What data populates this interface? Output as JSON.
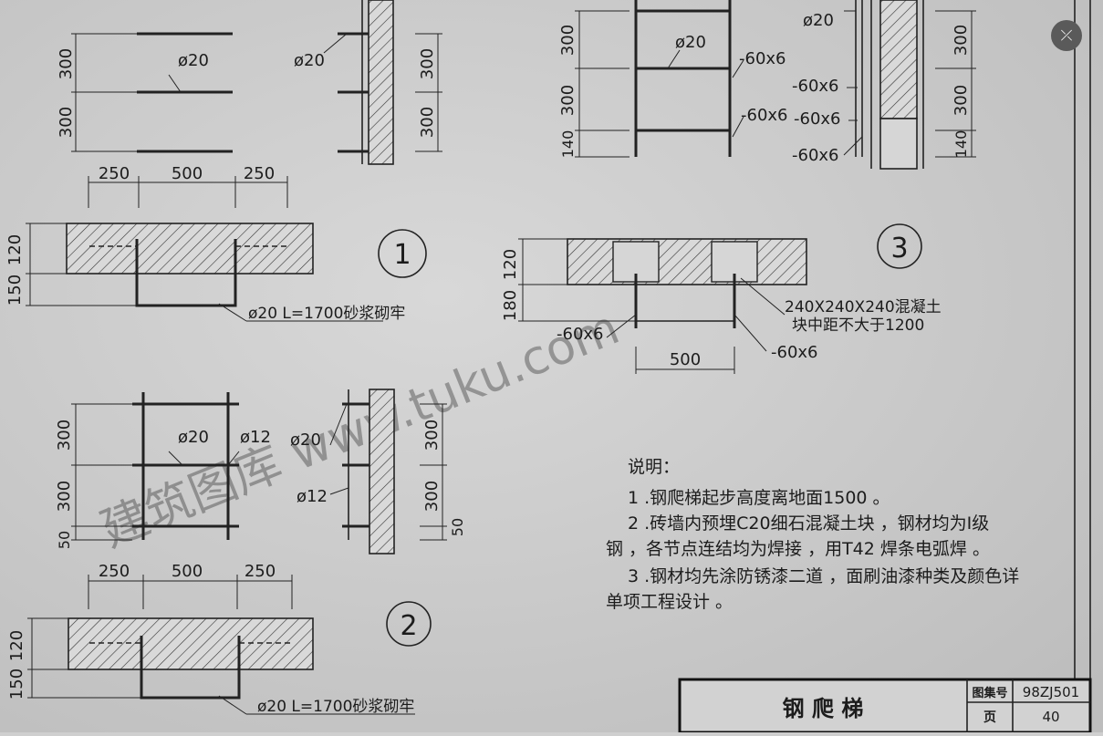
{
  "close_label": "⤫",
  "detail1": {
    "marker": "1",
    "dim_v": [
      "300",
      "300"
    ],
    "dim_v_wall": [
      "300",
      "300"
    ],
    "rod_label": "ø20",
    "rod_label_wall": "ø20",
    "dim_h": [
      "250",
      "500",
      "250"
    ],
    "dim_section": [
      "120",
      "150"
    ],
    "note": "ø20 L=1700砂浆砌牢"
  },
  "detail2": {
    "marker": "2",
    "dim_v": [
      "300",
      "300",
      "50"
    ],
    "dim_v_wall": [
      "300",
      "300",
      "50"
    ],
    "rod_label": "ø20",
    "rod_label_b": "ø12",
    "rod_label_wall_a": "ø20",
    "rod_label_wall_b": "ø12",
    "dim_h": [
      "250",
      "500",
      "250"
    ],
    "dim_section": [
      "120",
      "150"
    ],
    "note": "ø20 L=1700砂浆砌牢"
  },
  "detail3": {
    "marker": "3",
    "dim_v": [
      "300",
      "300",
      "140"
    ],
    "dim_v_wall": [
      "300",
      "300",
      "140"
    ],
    "rod_label": "ø20",
    "rod_label_wall": "ø20",
    "flat_label": "-60x6",
    "dim_section": [
      "120",
      "180"
    ],
    "dim_h": "500",
    "block_note_1": "240X240X240混凝土",
    "block_note_2": "块中距不大于1200"
  },
  "notes": {
    "heading": "说明：",
    "line1": "1 .钢爬梯起步高度离地面1500 。",
    "line2": "2 .砖墙内预埋C20细石混凝土块 ，钢材均为Ⅰ级",
    "line3": "钢 ，各节点连结均为焊接 ，用T42 焊条电弧焊 。",
    "line4": "3 .钢材均先涂防锈漆二道 ，面刷油漆种类及颜色详",
    "line5": "单项工程设计 。"
  },
  "title_block": {
    "title": "钢    爬    梯",
    "atlas_label": "图集号",
    "atlas_no": "98ZJ501",
    "page_label": "页",
    "page_no": "40"
  },
  "watermark": "建筑图库 www.tuku.com"
}
